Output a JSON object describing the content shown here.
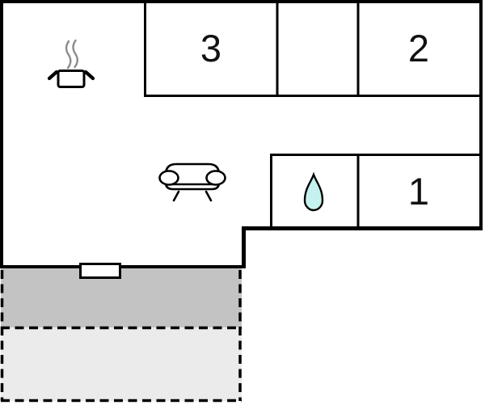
{
  "rooms": [
    {
      "label": "3"
    },
    {
      "label": "2"
    },
    {
      "label": "1"
    }
  ],
  "icons": [
    {
      "name": "cooking-pot-icon"
    },
    {
      "name": "steam-icon"
    },
    {
      "name": "sofa-icon"
    },
    {
      "name": "water-drop-icon"
    },
    {
      "name": "window-door-marker"
    }
  ],
  "colors": {
    "wall": "#000000",
    "background": "#ffffff",
    "terrace_dark": "#c3c3c3",
    "terrace_light": "#ebebeb",
    "water_drop": "#c5f2ef",
    "steam": "#8c8c8c"
  }
}
